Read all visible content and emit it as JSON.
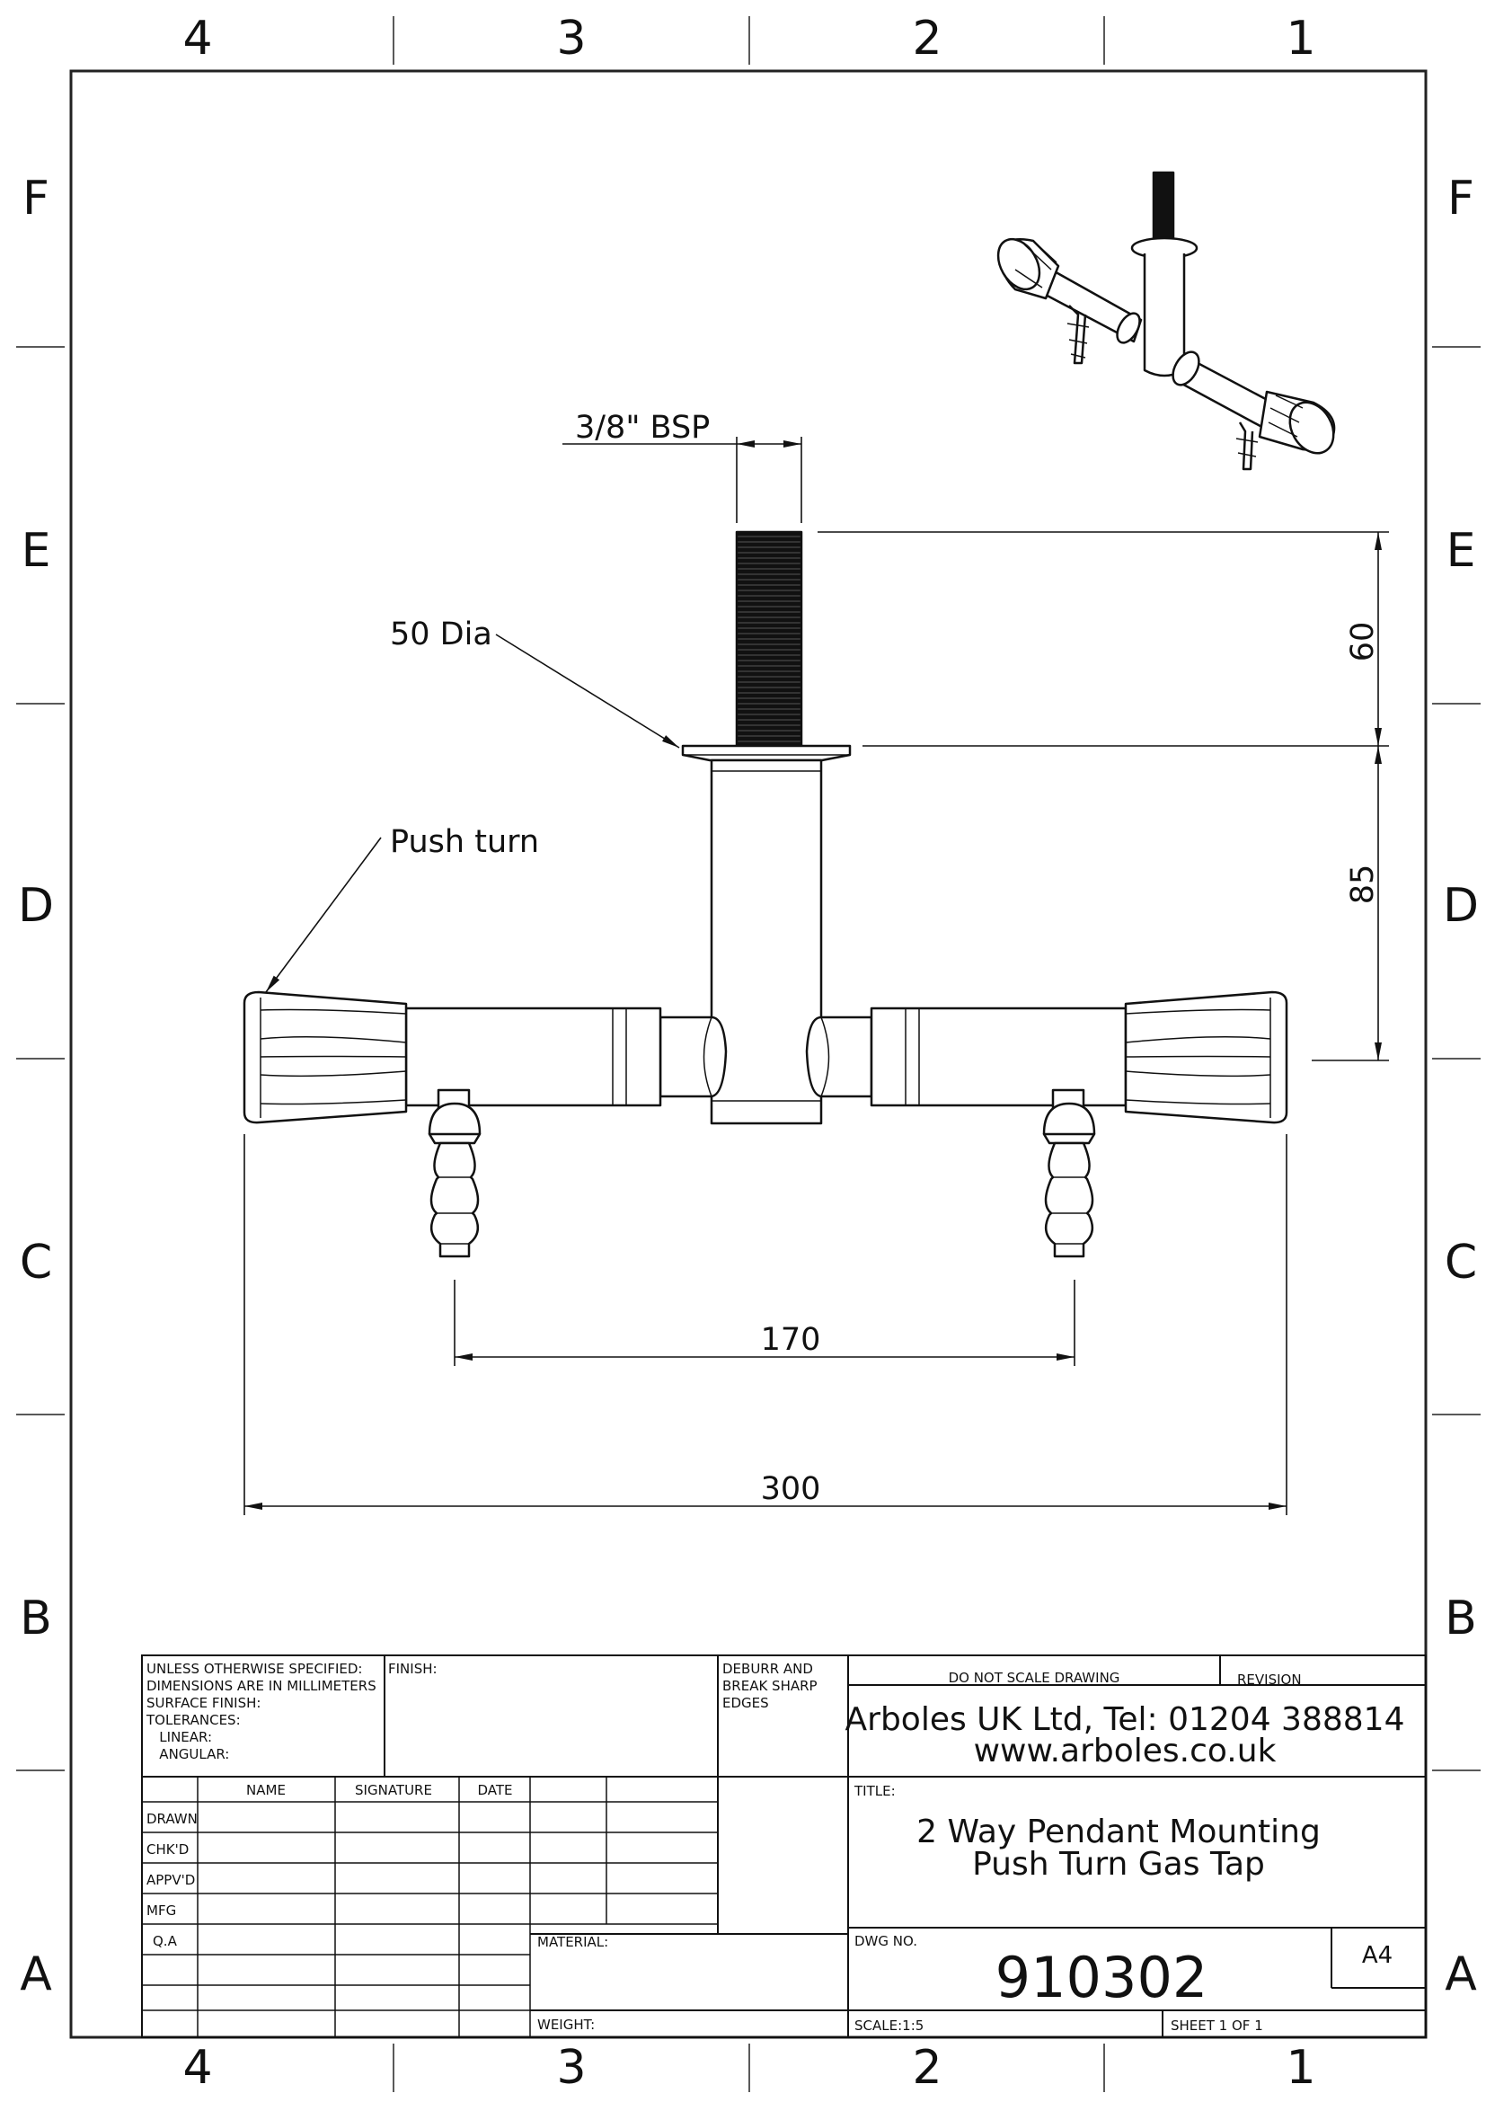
{
  "zones": {
    "columns": [
      "4",
      "3",
      "2",
      "1"
    ],
    "rows": [
      "F",
      "E",
      "D",
      "C",
      "B",
      "A"
    ]
  },
  "annotations": {
    "thread": "3/8\" BSP",
    "flange": "50 Dia",
    "knob": "Push turn"
  },
  "dimensions": {
    "thread_length": "60",
    "body_height": "85",
    "nozzle_spacing": "170",
    "overall_width": "300"
  },
  "title_block": {
    "spec_lines": [
      "UNLESS OTHERWISE SPECIFIED:",
      "DIMENSIONS ARE IN MILLIMETERS",
      "SURFACE FINISH:",
      "TOLERANCES:",
      "   LINEAR:",
      "   ANGULAR:"
    ],
    "finish_label": "FINISH:",
    "deburr_lines": [
      "DEBURR AND",
      "BREAK SHARP",
      "EDGES"
    ],
    "do_not_scale": "DO NOT SCALE DRAWING",
    "revision_label": "REVISION",
    "company_line1": "Arboles UK Ltd, Tel: 01204 388814",
    "company_line2": "www.arboles.co.uk",
    "headers": {
      "name": "NAME",
      "signature": "SIGNATURE",
      "date": "DATE"
    },
    "rows": [
      "DRAWN",
      "CHK'D",
      "APPV'D",
      "MFG",
      "Q.A"
    ],
    "title_label": "TITLE:",
    "title_line1": "2 Way Pendant Mounting",
    "title_line2": "Push Turn Gas Tap",
    "material_label": "MATERIAL:",
    "weight_label": "WEIGHT:",
    "dwg_no_label": "DWG NO.",
    "dwg_no": "910302",
    "size": "A4",
    "scale": "SCALE:1:5",
    "sheet": "SHEET 1 OF 1"
  }
}
